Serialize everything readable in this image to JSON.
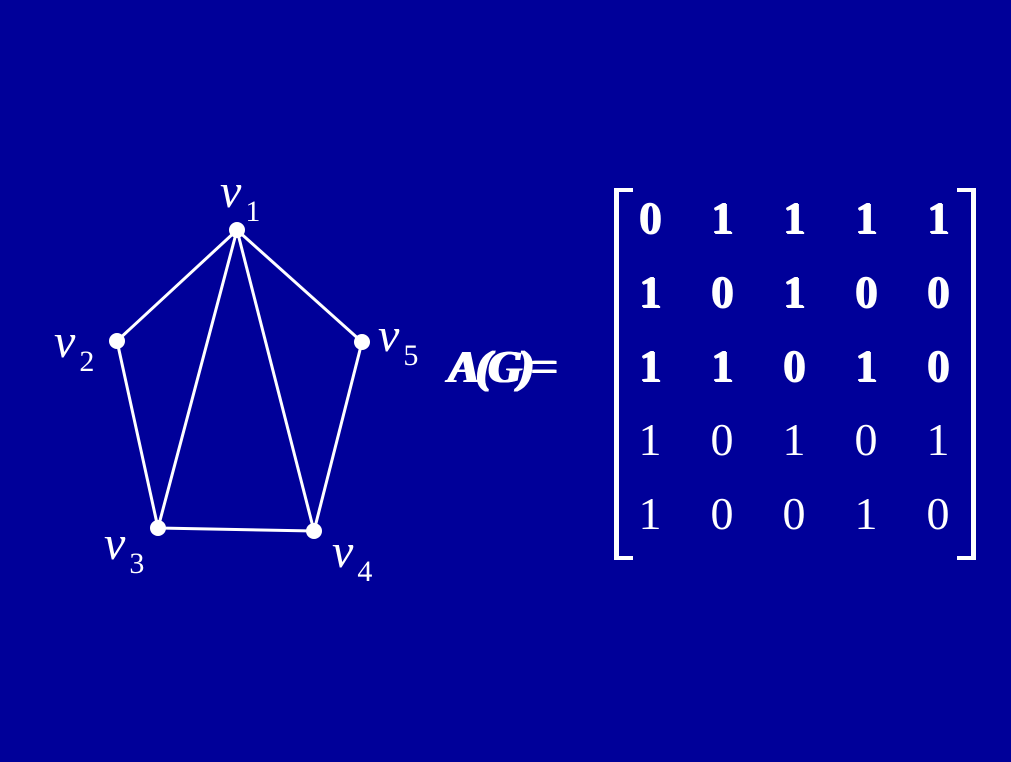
{
  "diagram": {
    "colors": {
      "background": "#000099",
      "foreground": "#ffffff"
    },
    "vertices": [
      {
        "id": "v1",
        "label": "v",
        "subscript": "1"
      },
      {
        "id": "v2",
        "label": "v",
        "subscript": "2"
      },
      {
        "id": "v3",
        "label": "v",
        "subscript": "3"
      },
      {
        "id": "v4",
        "label": "v",
        "subscript": "4"
      },
      {
        "id": "v5",
        "label": "v",
        "subscript": "5"
      }
    ],
    "edges": [
      [
        "v1",
        "v2"
      ],
      [
        "v1",
        "v3"
      ],
      [
        "v1",
        "v4"
      ],
      [
        "v1",
        "v5"
      ],
      [
        "v2",
        "v3"
      ],
      [
        "v3",
        "v4"
      ],
      [
        "v4",
        "v5"
      ]
    ],
    "matrix_label": "A(G)=",
    "matrix": [
      [
        "0",
        "1",
        "1",
        "1",
        "1"
      ],
      [
        "1",
        "0",
        "1",
        "0",
        "0"
      ],
      [
        "1",
        "1",
        "0",
        "1",
        "0"
      ],
      [
        "1",
        "0",
        "1",
        "0",
        "1"
      ],
      [
        "1",
        "0",
        "0",
        "1",
        "0"
      ]
    ]
  }
}
